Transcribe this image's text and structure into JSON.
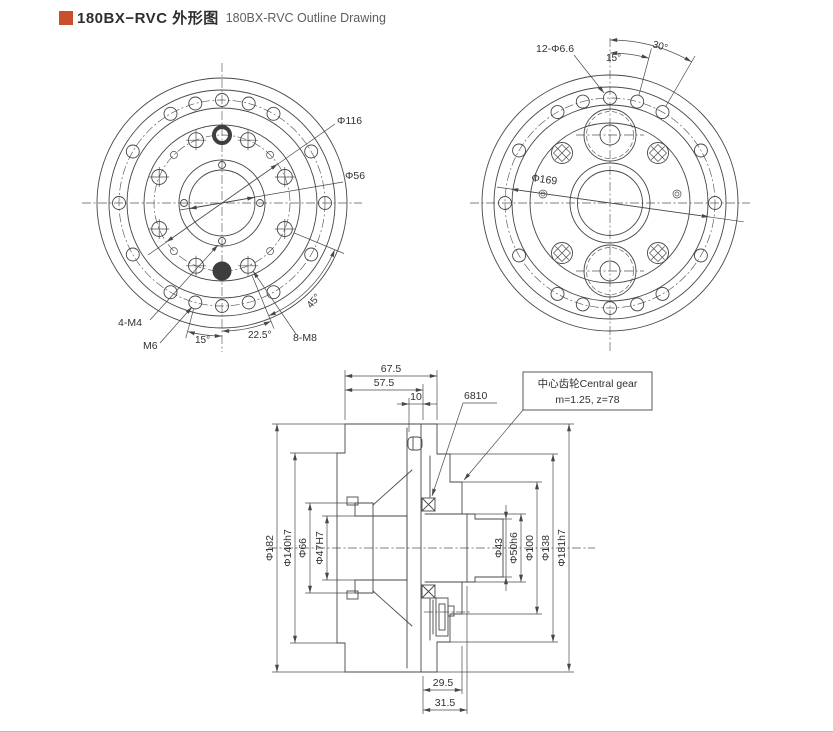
{
  "title": {
    "cn": "180BX−RVC 外形图",
    "en": "180BX-RVC Outline Drawing"
  },
  "colors": {
    "accent": "#c8502d",
    "line": "#474747",
    "text": "#303030"
  },
  "front_view": {
    "d116": "Φ116",
    "d56": "Φ56",
    "m4": "4-M4",
    "m6": "M6",
    "a15": "15°",
    "a22_5": "22.5°",
    "m8": "8-M8",
    "a45": "45°"
  },
  "rear_view": {
    "holes": "12-Φ6.6",
    "a15": "15°",
    "a30": "30°",
    "d169": "Φ169"
  },
  "section_view": {
    "w67": "67.5",
    "w57": "57.5",
    "w10": "10",
    "bearing": "6810",
    "gear_note_1": "中心齿轮Central gear",
    "gear_note_2": "m=1.25, z=78",
    "d182": "Φ182",
    "d140": "Φ140h7",
    "d66": "Φ66",
    "d47": "Φ47H7",
    "d43": "Φ43",
    "d50": "Φ50h6",
    "d100": "Φ100",
    "d138": "Φ138",
    "d181": "Φ181h7",
    "b29": "29.5",
    "b31": "31.5"
  }
}
